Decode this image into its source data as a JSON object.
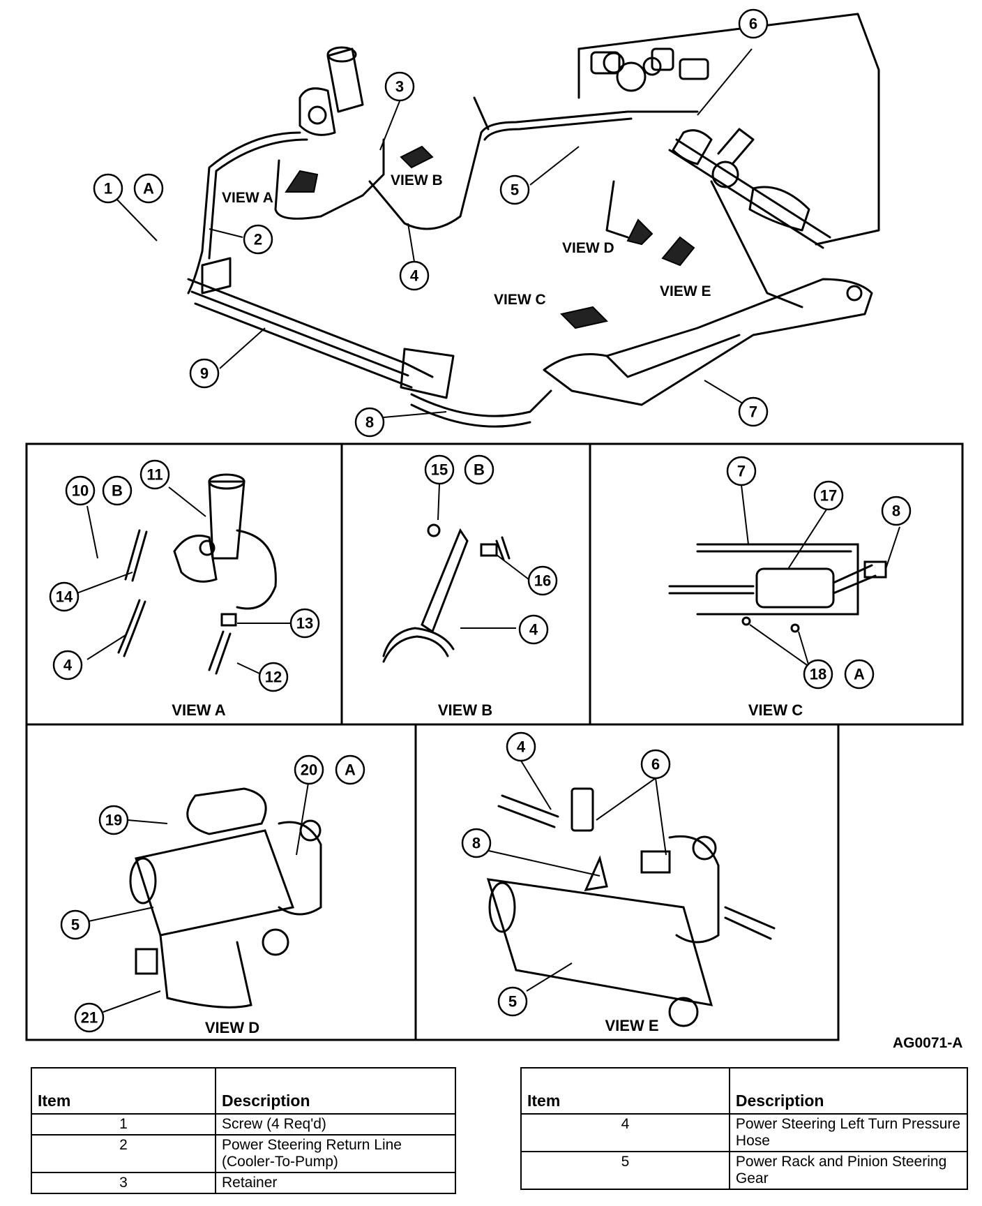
{
  "diagram": {
    "callouts_main": [
      "1",
      "A",
      "2",
      "3",
      "4",
      "5",
      "6",
      "7",
      "8",
      "9"
    ],
    "view_labels_main": [
      "VIEW A",
      "VIEW B",
      "VIEW C",
      "VIEW D",
      "VIEW E"
    ],
    "panels": [
      {
        "title": "VIEW A",
        "callouts": [
          "10",
          "B",
          "11",
          "14",
          "4",
          "13",
          "12"
        ]
      },
      {
        "title": "VIEW B",
        "callouts": [
          "15",
          "B",
          "16",
          "4"
        ]
      },
      {
        "title": "VIEW C",
        "callouts": [
          "7",
          "17",
          "8",
          "18",
          "A"
        ]
      },
      {
        "title": "VIEW D",
        "callouts": [
          "20",
          "A",
          "19",
          "5",
          "21"
        ]
      },
      {
        "title": "VIEW E",
        "callouts": [
          "4",
          "6",
          "8",
          "5"
        ]
      }
    ],
    "figure_code": "AG0071-A"
  },
  "tables": [
    {
      "headers": [
        "Item",
        "Description"
      ],
      "rows": [
        {
          "item": "1",
          "desc": "Screw (4 Req'd)"
        },
        {
          "item": "2",
          "desc": "Power Steering Return Line (Cooler-To-Pump)"
        },
        {
          "item": "3",
          "desc": "Retainer"
        }
      ]
    },
    {
      "headers": [
        "Item",
        "Description"
      ],
      "rows": [
        {
          "item": "4",
          "desc": "Power Steering Left Turn Pressure Hose"
        },
        {
          "item": "5",
          "desc": "Power Rack and Pinion Steering Gear"
        }
      ]
    }
  ]
}
